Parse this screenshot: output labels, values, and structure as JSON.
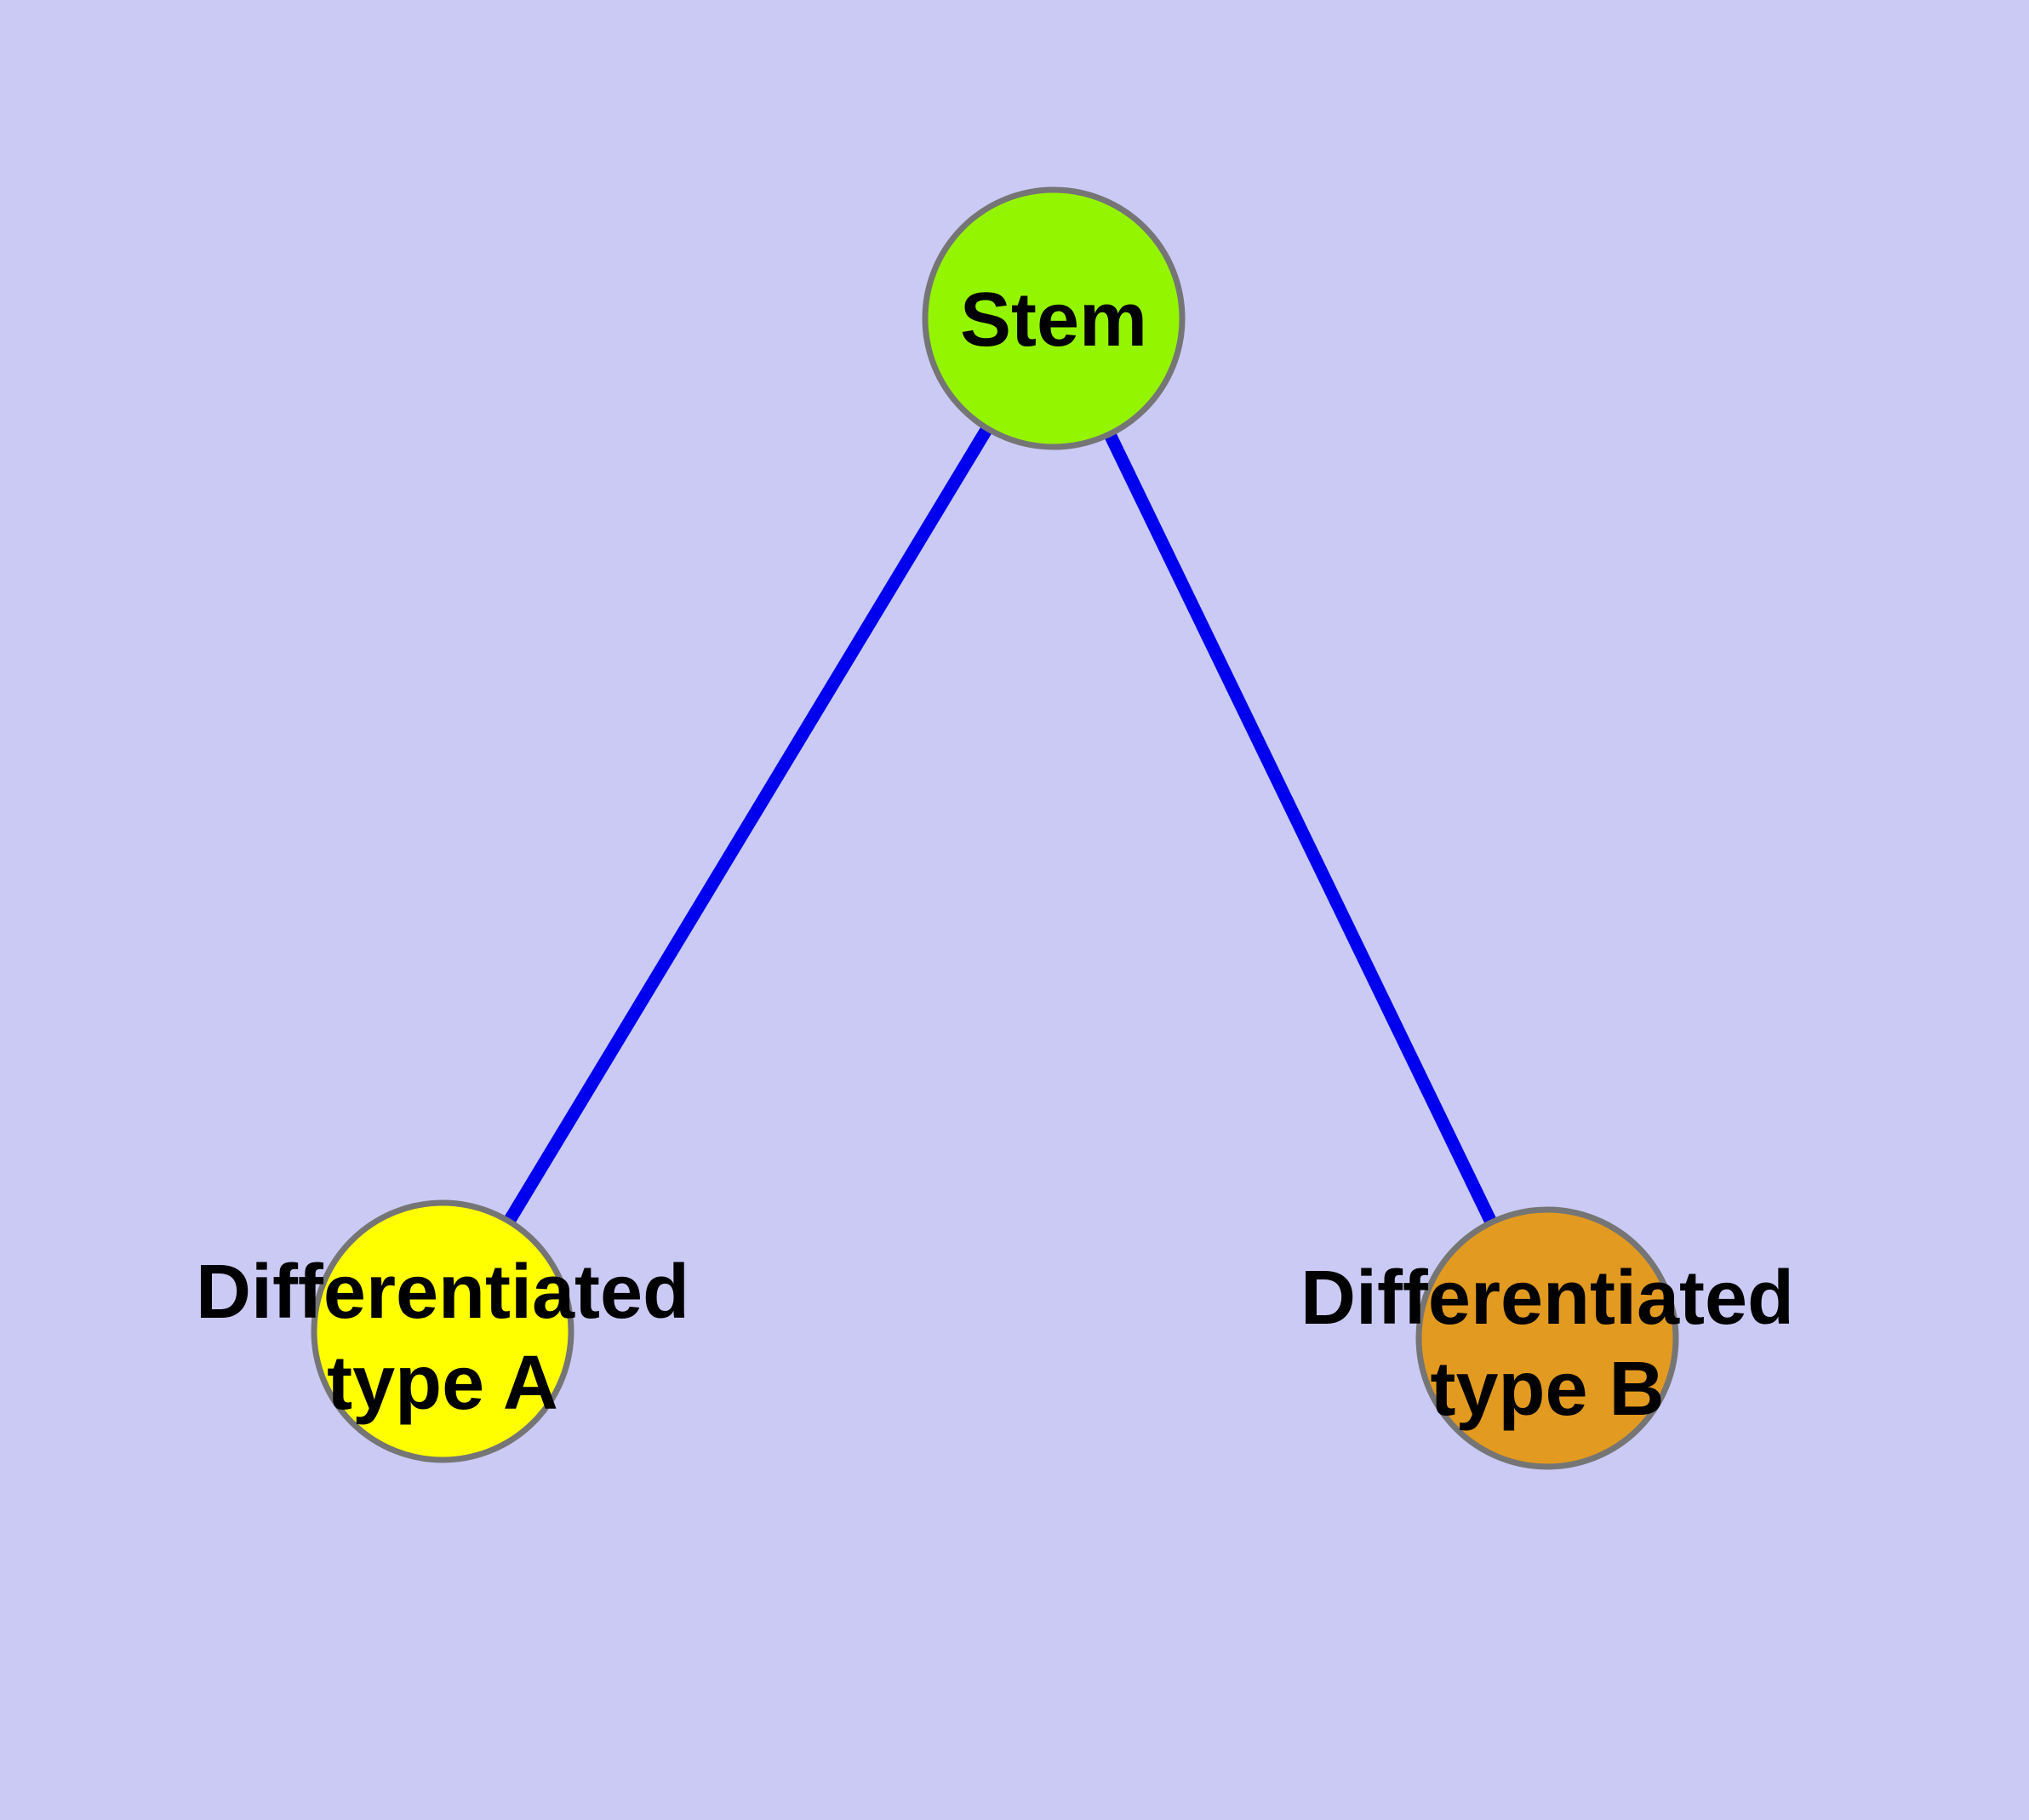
{
  "diagram": {
    "background_color": "#CACAF5",
    "edge_color": "#0000EE",
    "node_border_color": "#757575",
    "label_color": "#000000",
    "nodes": [
      {
        "id": "stem",
        "label": "Stem",
        "fill": "#94F500"
      },
      {
        "id": "differentiated-type-a",
        "label_line1": "Differentiated",
        "label_line2": "type A",
        "fill": "#FFFF00"
      },
      {
        "id": "differentiated-type-b",
        "label_line1": "Differentiated",
        "label_line2": "type B",
        "fill": "#E29A20"
      }
    ],
    "edges": [
      {
        "from": "Stem",
        "to": "Differentiated type A"
      },
      {
        "from": "Stem",
        "to": "Differentiated type B"
      }
    ]
  }
}
